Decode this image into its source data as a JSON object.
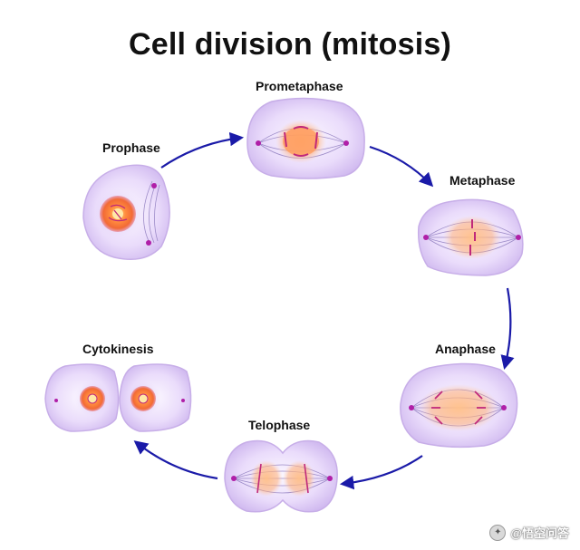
{
  "title": "Cell division (mitosis)",
  "stages": {
    "prophase": "Prophase",
    "prometaphase": "Prometaphase",
    "metaphase": "Metaphase",
    "anaphase": "Anaphase",
    "telophase": "Telophase",
    "cytokinesis": "Cytokinesis"
  },
  "watermark": "@悟空问答",
  "colors": {
    "arrow": "#1a1aa8",
    "membrane": "#d9c7f2",
    "cytoplasm": "#efe4fb",
    "nucleus": "#ff8f3c",
    "chromosome": "#c0287a",
    "centrosome": "#b01fa8",
    "spindle": "#8a7fb6"
  }
}
